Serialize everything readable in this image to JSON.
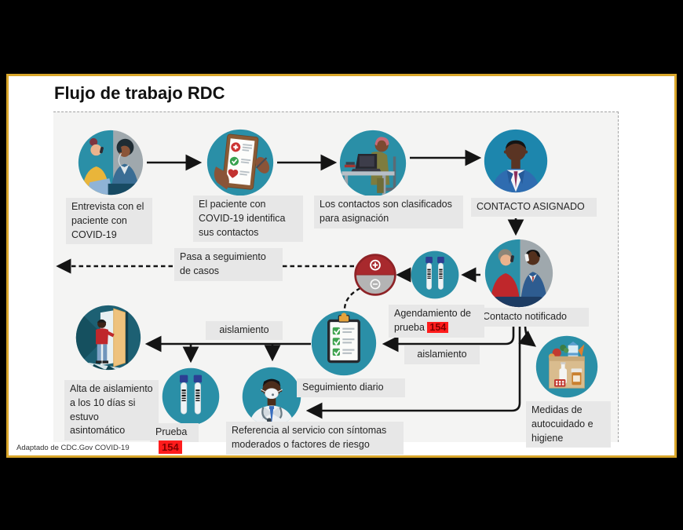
{
  "title": "Flujo de trabajo RDC",
  "footnote": "Adaptado de CDC.Gov COVID-19",
  "labels": {
    "entrevista": "Entrevista con el paciente con COVID-19",
    "identifica": "El paciente con COVID-19 identifica sus contactos",
    "clasificados": "Los contactos son clasificados para asignación",
    "asignado": "CONTACTO ASIGNADO",
    "notificado": "Contacto notificado",
    "pasa_seguimiento": "Pasa a seguimiento de casos",
    "agendamiento": "Agendamiento de prueba",
    "agendamiento_badge": "154",
    "aislamiento_superior": "aislamiento",
    "aislamiento_inferior": "aislamiento",
    "seguimiento_diario": "Seguimiento diario",
    "alta": "Alta de aislamiento a los 10 días si estuvo asintomático",
    "prueba": "Prueba",
    "prueba_badge": "154",
    "referencia": "Referencia al servicio con síntomas moderados o factores de riesgo",
    "medidas": "Medidas de autocuidado e higiene"
  },
  "icons": {
    "entrevista": "interview-phone-call-icon",
    "identifica": "clipboard-checklist-medical-icon",
    "clasificados": "worker-at-laptop-desk-icon",
    "asignado": "male-contact-portrait-icon",
    "notificado": "two-people-phone-call-icon",
    "resultado": "positive-negative-test-result-icon",
    "tubos": "test-tubes-icon",
    "seguimiento": "daily-checklist-clipboard-icon",
    "alta": "person-exiting-door-icon",
    "prueba": "test-tubes-icon",
    "referencia": "doctor-with-mask-icon",
    "medidas": "grocery-supplies-bag-icon"
  },
  "colors": {
    "frame_border": "#d9a62a",
    "panel_background": "#f4f4f3",
    "label_background": "#e7e7e7",
    "circle_teal": "#2a8fa7",
    "positive_red": "#a8292d",
    "negative_gray": "#b4b4b4",
    "badge_background": "#ff1c1c",
    "badge_text": "#7e0000",
    "arrow": "#141414"
  }
}
